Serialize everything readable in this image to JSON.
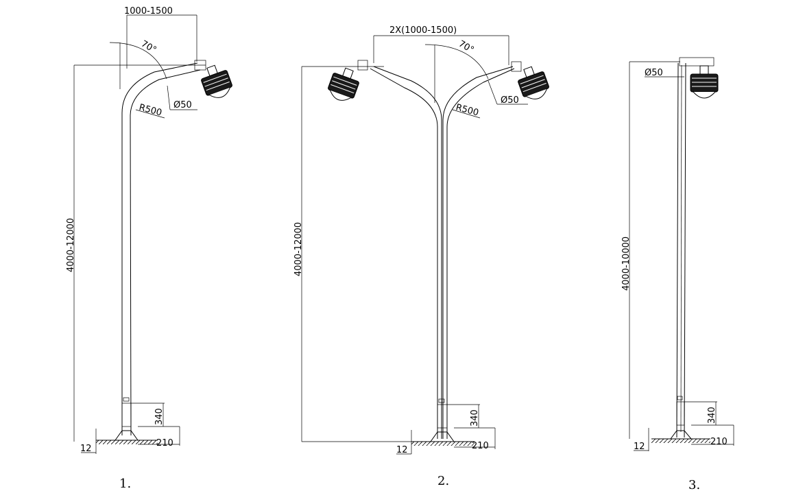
{
  "drawings": [
    {
      "caption": "1.",
      "arm_width": "1000-1500",
      "angle": "70°",
      "radius": "R500",
      "diameter": "Ø50",
      "height": "4000-12000",
      "door": "340",
      "base": "210",
      "plate": "12"
    },
    {
      "caption": "2.",
      "arm_width": "2X(1000-1500)",
      "angle": "70°",
      "radius": "R500",
      "diameter": "Ø50",
      "height": "4000-12000",
      "door": "340",
      "base": "210",
      "plate": "12"
    },
    {
      "caption": "3.",
      "diameter": "Ø50",
      "height": "4000-10000",
      "door": "340",
      "base": "210",
      "plate": "12"
    }
  ]
}
